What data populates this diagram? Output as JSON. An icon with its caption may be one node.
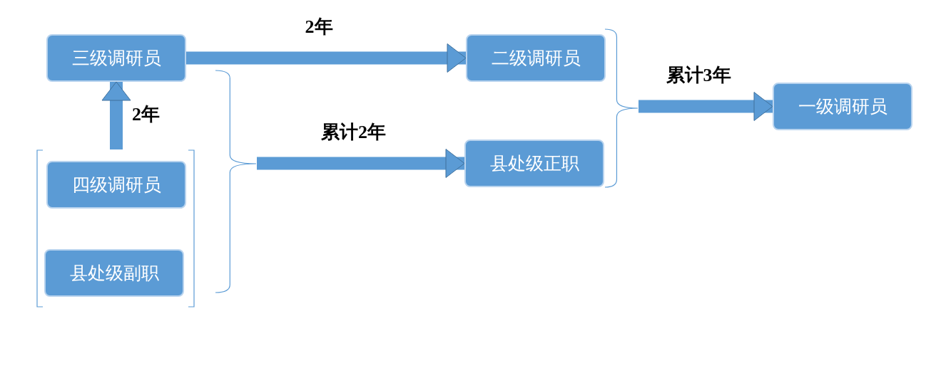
{
  "diagram": {
    "nodes": [
      {
        "text": [
          "三级调研员"
        ]
      },
      {
        "text": [],
        "shape": "bracket"
      },
      {
        "text": [
          "四级调研员"
        ],
        "in": 1
      },
      {
        "text": [
          "县处级副职"
        ],
        "in": 1
      },
      {
        "text": [],
        "shape": "brace"
      },
      {
        "text": [
          "二级调研员"
        ]
      },
      {
        "text": [
          "县处级正职"
        ]
      },
      {
        "text": [],
        "shape": "brace"
      },
      {
        "text": [
          "一级调研员"
        ]
      }
    ],
    "edges": [
      {
        "from": 0,
        "to": 5,
        "arrow": "to",
        "label": "2年"
      },
      {
        "from": 1,
        "to": 0,
        "arrow": "to",
        "label": "2年"
      },
      {
        "from": 4,
        "to": 6,
        "arrow": "to",
        "label": "累计2年"
      },
      {
        "from": 7,
        "to": 8,
        "arrow": "to",
        "label": "累计3年"
      }
    ]
  }
}
